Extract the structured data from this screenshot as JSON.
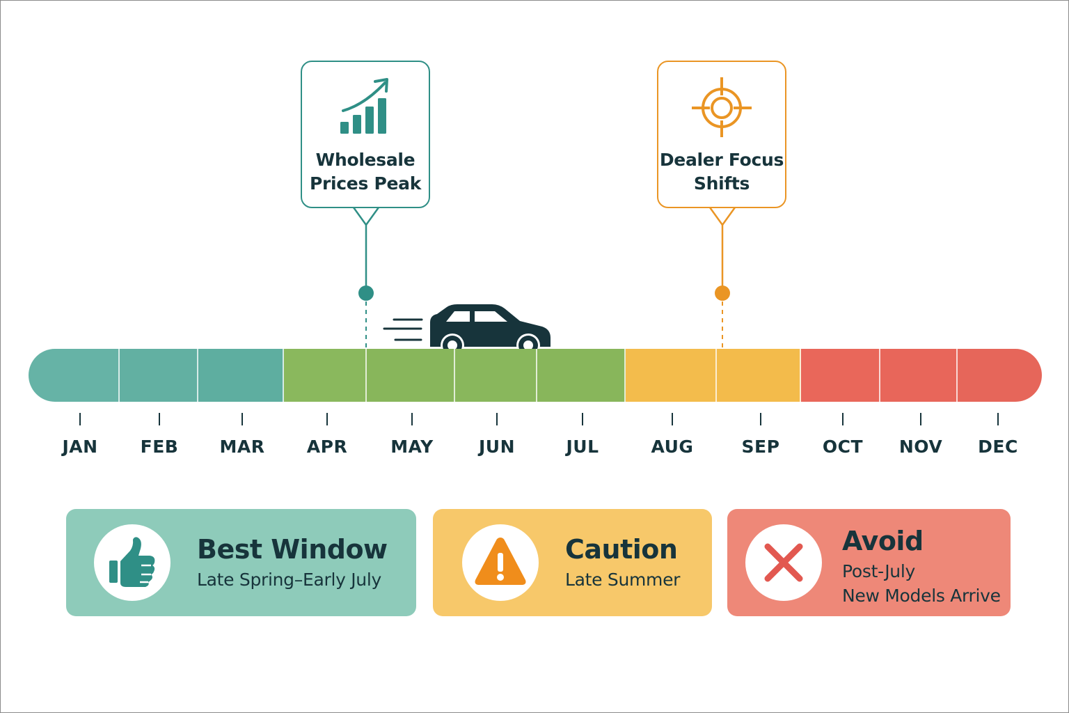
{
  "callouts": {
    "wholesale": {
      "text": "Wholesale\nPrices Peak",
      "icon": "growth-chart-icon",
      "color": "#2f8f86"
    },
    "dealer": {
      "text": "Dealer Focus\nShifts",
      "icon": "target-icon",
      "color": "#ea9524"
    }
  },
  "timeline": {
    "segment_colors": [
      "#66b3a6",
      "#62b0a2",
      "#5eaea0",
      "#8ab85d",
      "#88b65b",
      "#89b75c",
      "#88b65b",
      "#f3bc4c",
      "#f3bb4b",
      "#e9675a",
      "#e8665a",
      "#e6665a"
    ],
    "months": [
      "JAN",
      "FEB",
      "MAR",
      "APR",
      "MAY",
      "JUN",
      "JUL",
      "AUG",
      "SEP",
      "OCT",
      "NOV",
      "DEC"
    ],
    "vehicle_icon": "car-icon"
  },
  "cards": {
    "best": {
      "title": "Best Window",
      "subtitle": "Late Spring–Early July",
      "icon": "thumbs-up-icon"
    },
    "caution": {
      "title": "Caution",
      "subtitle": "Late Summer",
      "icon": "warning-icon"
    },
    "avoid": {
      "title": "Avoid",
      "subtitle": "Post-July\nNew Models Arrive",
      "icon": "close-x-icon"
    }
  },
  "colors": {
    "teal": "#2f8f86",
    "orange": "#ea9524",
    "dark": "#17343b",
    "best_bg": "#8ecbba",
    "caution_bg": "#f7c86a",
    "avoid_bg": "#ee8878"
  }
}
